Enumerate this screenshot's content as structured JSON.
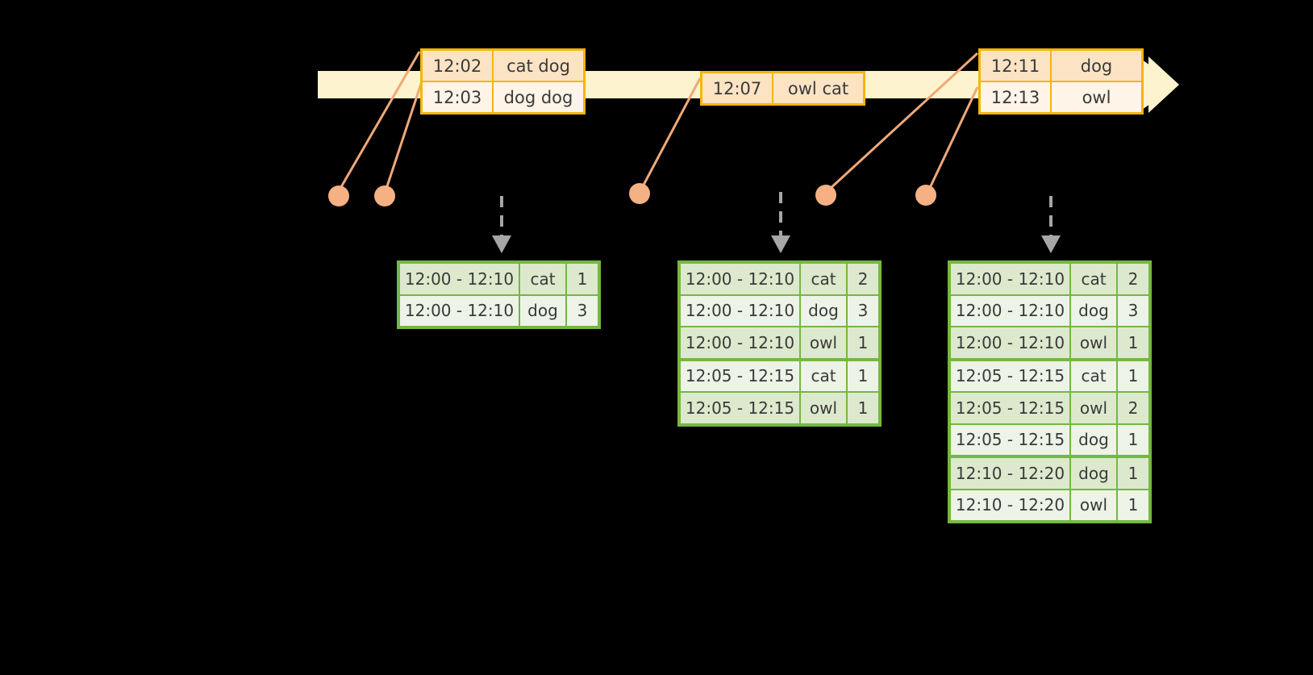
{
  "diagram": {
    "title": "windowed-event-aggregation-timeline",
    "colors": {
      "background": "#000000",
      "timeline_fill": "#FDF3CE",
      "event_border": "#F5B50A",
      "event_fill_dark": "#FCE3C4",
      "event_fill_light": "#FEF4E8",
      "result_border": "#74B842",
      "result_fill_dark": "#DCE9CD",
      "result_fill_light": "#EDF3E6",
      "connector_line": "#F0A878",
      "dot": "#F5B183",
      "arrow_gray": "#A6A6A6"
    }
  },
  "timeline": {
    "direction": "left-to-right",
    "arrowhead": "right-arrow"
  },
  "events": [
    {
      "id": "event-group-1",
      "rows": [
        {
          "time": "12:02",
          "words": "cat dog"
        },
        {
          "time": "12:03",
          "words": "dog dog"
        }
      ]
    },
    {
      "id": "event-group-2",
      "rows": [
        {
          "time": "12:07",
          "words": "owl cat"
        }
      ]
    },
    {
      "id": "event-group-3",
      "rows": [
        {
          "time": "12:11",
          "words": "dog"
        },
        {
          "time": "12:13",
          "words": "owl"
        }
      ]
    }
  ],
  "results": [
    {
      "id": "result-table-1",
      "rows": [
        {
          "window": "12:00 - 12:10",
          "key": "cat",
          "count": "1"
        },
        {
          "window": "12:00 - 12:10",
          "key": "dog",
          "count": "3"
        }
      ]
    },
    {
      "id": "result-table-2",
      "rows": [
        {
          "window": "12:00 - 12:10",
          "key": "cat",
          "count": "2"
        },
        {
          "window": "12:00 - 12:10",
          "key": "dog",
          "count": "3"
        },
        {
          "window": "12:00 - 12:10",
          "key": "owl",
          "count": "1"
        },
        {
          "window": "12:05 - 12:15",
          "key": "cat",
          "count": "1"
        },
        {
          "window": "12:05 - 12:15",
          "key": "owl",
          "count": "1"
        }
      ]
    },
    {
      "id": "result-table-3",
      "rows": [
        {
          "window": "12:00 - 12:10",
          "key": "cat",
          "count": "2"
        },
        {
          "window": "12:00 - 12:10",
          "key": "dog",
          "count": "3"
        },
        {
          "window": "12:00 - 12:10",
          "key": "owl",
          "count": "1"
        },
        {
          "window": "12:05 - 12:15",
          "key": "cat",
          "count": "1"
        },
        {
          "window": "12:05 - 12:15",
          "key": "owl",
          "count": "2"
        },
        {
          "window": "12:05 - 12:15",
          "key": "dog",
          "count": "1"
        },
        {
          "window": "12:10 - 12:20",
          "key": "dog",
          "count": "1"
        },
        {
          "window": "12:10 - 12:20",
          "key": "owl",
          "count": "1"
        }
      ]
    }
  ]
}
